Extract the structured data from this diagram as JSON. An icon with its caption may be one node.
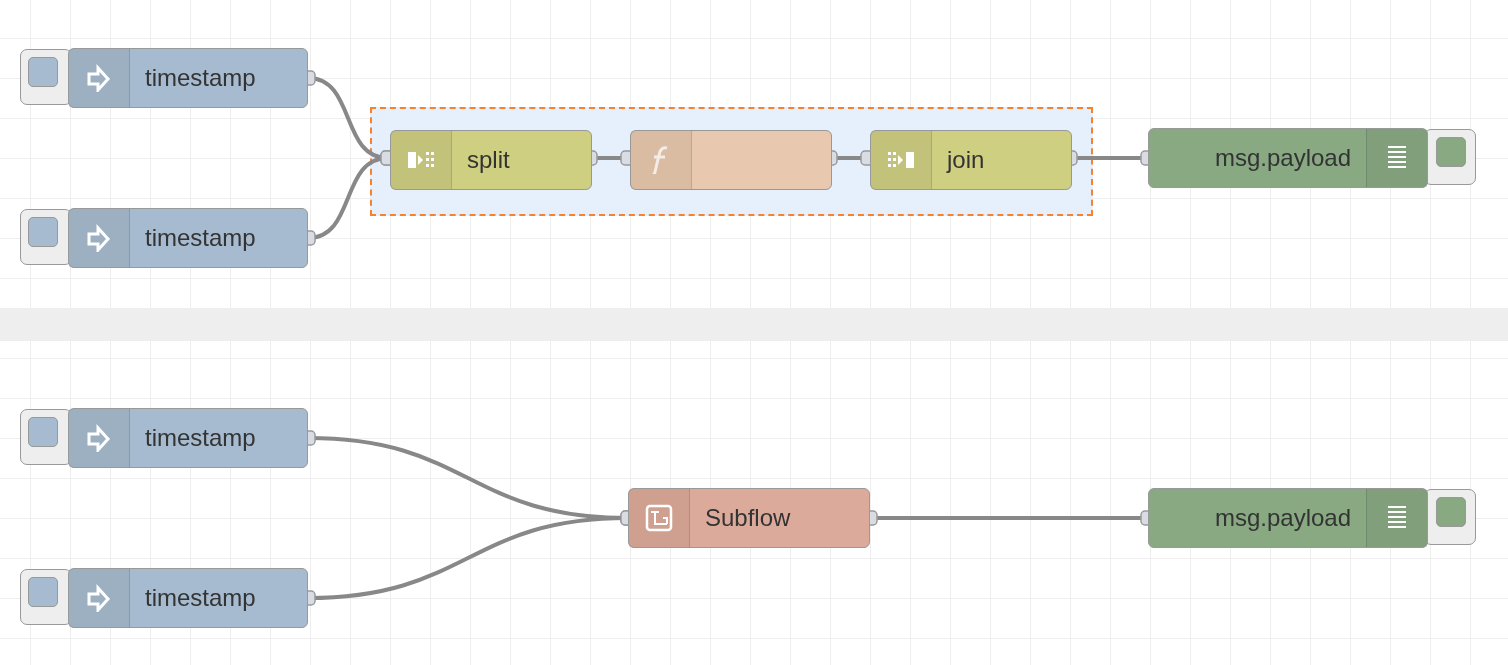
{
  "diagram": {
    "nodes": [
      {
        "text": [
          "timestamp"
        ]
      },
      {
        "text": [
          "timestamp"
        ]
      },
      {
        "text": [],
        "shape": "box"
      },
      {
        "text": [
          "split"
        ],
        "in": 2
      },
      {
        "text": [],
        "shape": "box",
        "in": 2
      },
      {
        "text": [
          "join"
        ],
        "in": 2
      },
      {
        "text": [
          "msg.payload"
        ]
      },
      {
        "text": [
          "timestamp"
        ]
      },
      {
        "text": [
          "timestamp"
        ]
      },
      {
        "text": [
          "Subflow"
        ]
      },
      {
        "text": [
          "msg.payload"
        ]
      }
    ],
    "edges": [
      {
        "from": 0,
        "to": 3,
        "arrow": "other"
      },
      {
        "from": 1,
        "to": 3,
        "arrow": "other"
      },
      {
        "from": 3,
        "to": 4,
        "arrow": "other"
      },
      {
        "from": 4,
        "to": 5,
        "arrow": "other"
      },
      {
        "from": 5,
        "to": 6,
        "arrow": "other"
      },
      {
        "from": 7,
        "to": 9,
        "arrow": "other"
      },
      {
        "from": 8,
        "to": 9,
        "arrow": "other"
      },
      {
        "from": 9,
        "to": 10,
        "arrow": "other"
      }
    ]
  }
}
